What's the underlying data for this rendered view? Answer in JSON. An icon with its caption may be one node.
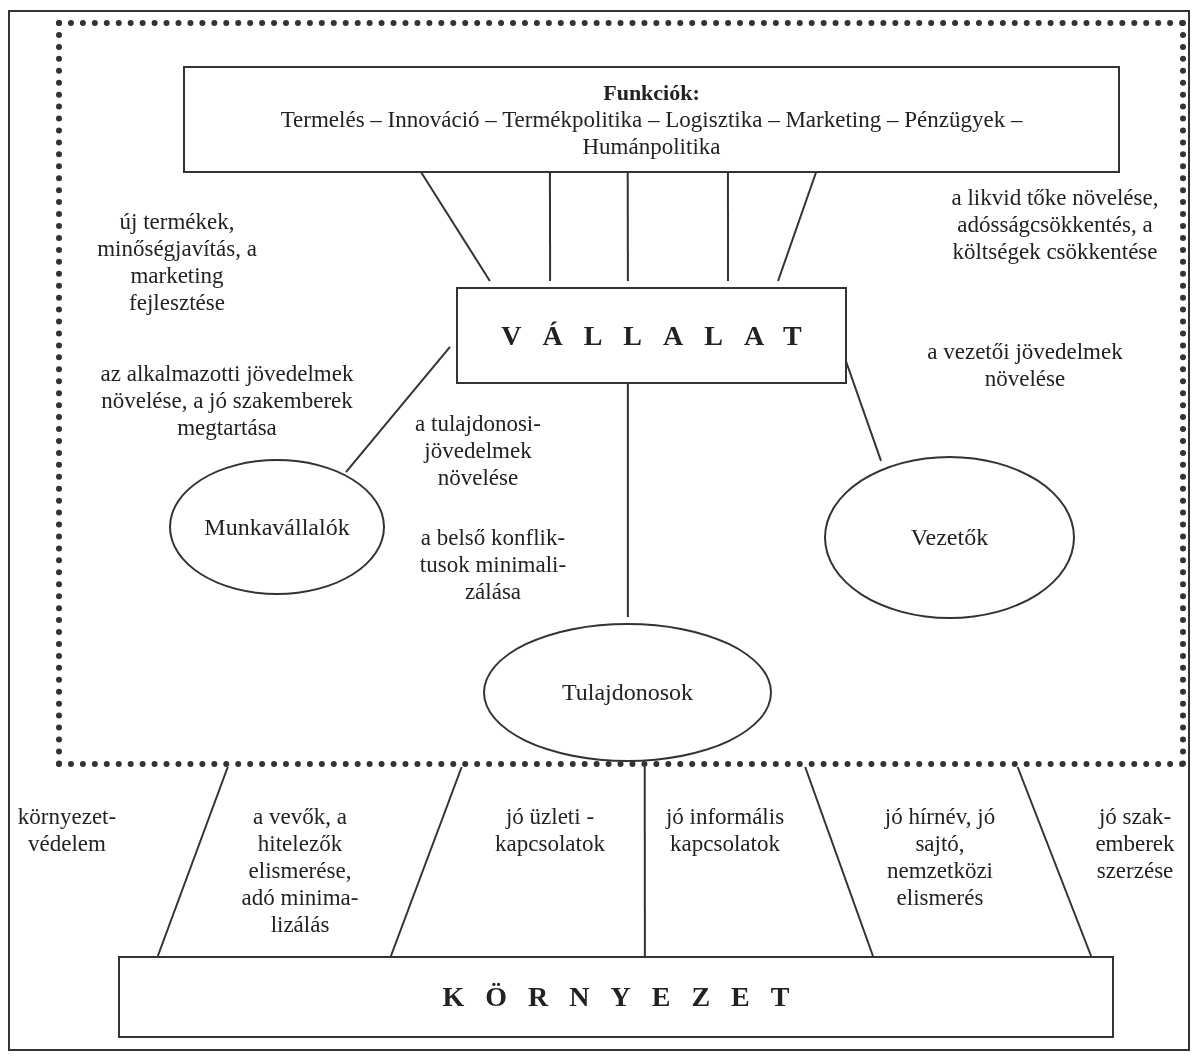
{
  "diagram": {
    "nodes": [
      {
        "text": [],
        "shape": "box"
      },
      {
        "text": [
          "Funkciók:",
          "Termelés – Innováció – Termékpolitika – Logisztika – Marketing – Pénzügyek – Humánpolitika"
        ],
        "in": 0
      },
      {
        "text": [
          "VÁLLALAT"
        ],
        "in": 0
      },
      {
        "text": [
          "Munkavállalók"
        ],
        "in": 0
      },
      {
        "text": [
          "Tulajdonosok"
        ],
        "in": 0
      },
      {
        "text": [
          "Vezetők"
        ],
        "in": 0
      },
      {
        "text": [
          "KÖRNYEZET"
        ]
      }
    ],
    "edges": [
      {
        "from": 1,
        "to": 2,
        "arrow": "none"
      },
      {
        "from": 1,
        "to": 2,
        "arrow": "none"
      },
      {
        "from": 1,
        "to": 2,
        "arrow": "none"
      },
      {
        "from": 1,
        "to": 2,
        "arrow": "none"
      },
      {
        "from": 1,
        "to": 2,
        "arrow": "none"
      },
      {
        "from": 2,
        "to": 3,
        "arrow": "none"
      },
      {
        "from": 2,
        "to": 4,
        "arrow": "none"
      },
      {
        "from": 2,
        "to": 5,
        "arrow": "none"
      },
      {
        "from": 0,
        "to": 6,
        "arrow": "none"
      },
      {
        "from": 0,
        "to": 6,
        "arrow": "none"
      },
      {
        "from": 0,
        "to": 6,
        "arrow": "none"
      },
      {
        "from": 0,
        "to": 6,
        "arrow": "none"
      },
      {
        "from": 0,
        "to": 6,
        "arrow": "none"
      }
    ],
    "labels": [
      "új termékek, minőségjavítás, a marketing fejlesztése",
      "a likvid tőke növelése, adósságcsökkentés, a költségek csökkentése",
      "az alkalmazotti jövedelmek növelése, a jó szakemberek megtartása",
      "a vezetői jövedelmek növelése",
      "a tulajdonosi- jövedelmek növelése",
      "a belső konflik- tusok minimali- zálása",
      "környezet- védelem",
      "a vevők, a hitelezők elismerése, adó minima- lizálás",
      "jó üzleti - kapcsolatok",
      "jó informális kapcsolatok",
      "jó hírnév, jó sajtó, nemzetközi elismerés",
      "jó szak- emberek szerzése"
    ]
  }
}
